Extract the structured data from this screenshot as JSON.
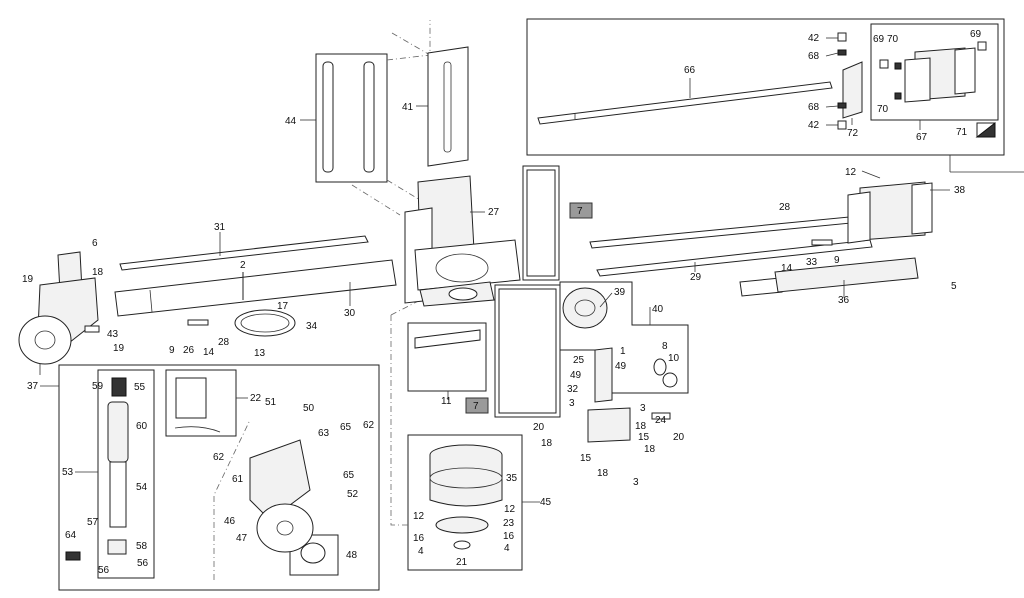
{
  "diagram": {
    "callouts": {
      "c1": "1",
      "c2": "2",
      "c3a": "3",
      "c3b": "3",
      "c3c": "3",
      "c4a": "4",
      "c4b": "4",
      "c5": "5",
      "c6": "6",
      "c7a": "7",
      "c7b": "7",
      "c8": "8",
      "c9a": "9",
      "c9b": "9",
      "c10": "10",
      "c11": "11",
      "c12a": "12",
      "c12b": "12",
      "c12c": "12",
      "c13": "13",
      "c14a": "14",
      "c14b": "14",
      "c15a": "15",
      "c15b": "15",
      "c16a": "16",
      "c16b": "16",
      "c17": "17",
      "c18a": "18",
      "c18b": "18",
      "c18c": "18",
      "c18d": "18",
      "c18e": "18",
      "c19a": "19",
      "c19b": "19",
      "c20a": "20",
      "c20b": "20",
      "c21": "21",
      "c22": "22",
      "c23": "23",
      "c24": "24",
      "c25": "25",
      "c26": "26",
      "c27": "27",
      "c28a": "28",
      "c28b": "28",
      "c29": "29",
      "c30": "30",
      "c31": "31",
      "c32": "32",
      "c33": "33",
      "c34": "34",
      "c35": "35",
      "c36": "36",
      "c37": "37",
      "c38": "38",
      "c39": "39",
      "c40": "40",
      "c41": "41",
      "c42a": "42",
      "c42b": "42",
      "c43": "43",
      "c44": "44",
      "c45": "45",
      "c46": "46",
      "c47": "47",
      "c48": "48",
      "c49a": "49",
      "c49b": "49",
      "c50": "50",
      "c51": "51",
      "c52": "52",
      "c53": "53",
      "c54": "54",
      "c55": "55",
      "c56a": "56",
      "c56b": "56",
      "c57": "57",
      "c58": "58",
      "c59": "59",
      "c60": "60",
      "c61": "61",
      "c62a": "62",
      "c62b": "62",
      "c63": "63",
      "c64": "64",
      "c65a": "65",
      "c65b": "65",
      "c66": "66",
      "c67": "67",
      "c68a": "68",
      "c68b": "68",
      "c69a": "69",
      "c69b": "69",
      "c70a": "70",
      "c70b": "70",
      "c71": "71",
      "c72": "72"
    }
  }
}
